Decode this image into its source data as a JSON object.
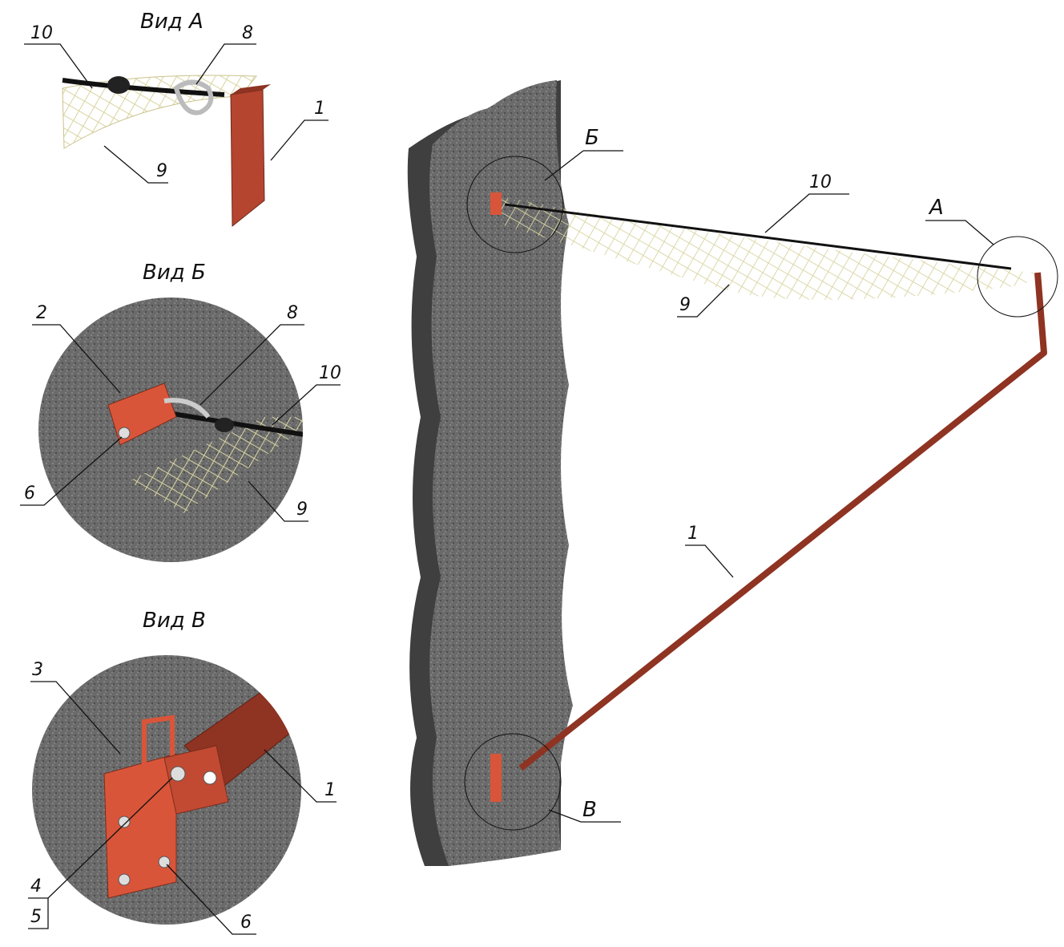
{
  "views": {
    "a": {
      "title": "Вид А",
      "labels": {
        "cable": "10",
        "shackle": "8",
        "rod": "1",
        "net": "9"
      }
    },
    "b": {
      "title": "Вид Б",
      "labels": {
        "plate": "2",
        "shackle": "8",
        "cable": "10",
        "bolt": "6",
        "net": "9"
      }
    },
    "v": {
      "title": "Вид В",
      "labels": {
        "bracket": "3",
        "rod": "1",
        "bolt": "4",
        "washer": "5",
        "anchor": "6"
      }
    }
  },
  "main": {
    "callouts": {
      "b": "Б",
      "a": "А",
      "v": "В"
    },
    "labels": {
      "cable": "10",
      "net": "9",
      "rod": "1"
    }
  },
  "colors": {
    "steel_red": "#b5452f",
    "wall": "#5c5c5c",
    "net": "#e8e4b8",
    "cable": "#1a1a1a"
  }
}
